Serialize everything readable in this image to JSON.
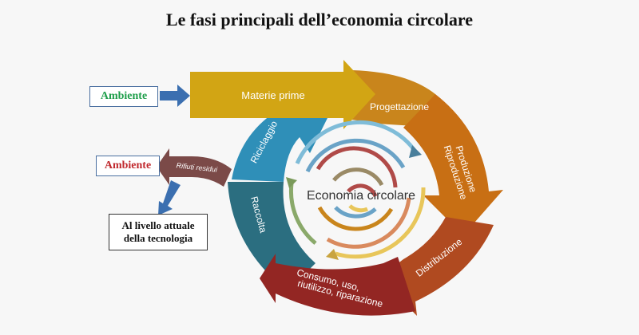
{
  "title": "Le fasi principali dell’economia circolare",
  "boxes": {
    "ambiente_top": "Ambiente",
    "ambiente_bottom": "Ambiente",
    "technology_line1": "Al livello attuale",
    "technology_line2": "della tecnologia"
  },
  "phases": {
    "materie_prime": "Materie prime",
    "progettazione": "Progettazione",
    "produzione_line1": "Produzione",
    "produzione_line2": "Riproduzione",
    "distribuzione": "Distribuzione",
    "consumo_line1": "Consumo, uso,",
    "consumo_line2": "riutilizzo, riparazione",
    "raccolta": "Raccolta",
    "riciclaggio": "Riciclaggio",
    "rifiuti_residui": "Rifiuti residui"
  },
  "center_label": "Economia circolare",
  "colors": {
    "materie_prime": "#d2a514",
    "progettazione": "#c9851c",
    "produzione": "#c86f14",
    "distribuzione": "#b04a20",
    "consumo": "#932623",
    "raccolta": "#2b6e80",
    "riciclaggio": "#2f8fb8",
    "rifiuti_residui": "#7b4a48",
    "arrow_blue": "#3b6fb0"
  }
}
